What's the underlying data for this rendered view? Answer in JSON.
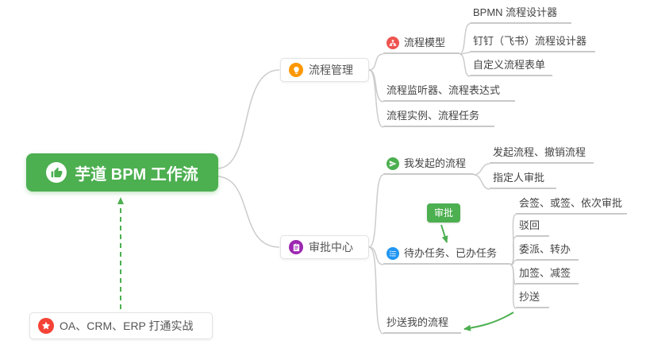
{
  "root": {
    "label": "芋道 BPM 工作流"
  },
  "process_management": {
    "label": "流程管理",
    "model": {
      "label": "流程模型",
      "items": [
        "BPMN 流程设计器",
        "钉钉（飞书）流程设计器",
        "自定义流程表单"
      ]
    },
    "listener": "流程监听器、流程表达式",
    "instance": "流程实例、流程任务"
  },
  "approval_center": {
    "label": "审批中心",
    "my_initiated": {
      "label": "我发起的流程",
      "items": [
        "发起流程、撤销流程",
        "指定人审批"
      ]
    },
    "tasks": {
      "label": "待办任务、已办任务",
      "items": [
        "会签、或签、依次审批",
        "驳回",
        "委派、转办",
        "加签、减签",
        "抄送"
      ]
    },
    "cc_me": "抄送我的流程"
  },
  "annotations": {
    "approval_arrow_label": "审批"
  },
  "note": {
    "label": "OA、CRM、ERP 打通实战"
  },
  "icons": {
    "root": "thumbs-up-icon",
    "process_management": "lightbulb-icon",
    "model": "sitemap-icon",
    "approval_center": "clipboard-icon",
    "my_initiated": "send-icon",
    "tasks": "checklist-icon",
    "note": "star-icon"
  },
  "colors": {
    "root_green": "#4caf50",
    "orange": "#ff9800",
    "red": "#ef5350",
    "purple": "#9c27b0",
    "blue": "#2196f3",
    "star_red": "#f44336",
    "connector_gray": "#cccccc",
    "arrow_green": "#4caf50"
  }
}
